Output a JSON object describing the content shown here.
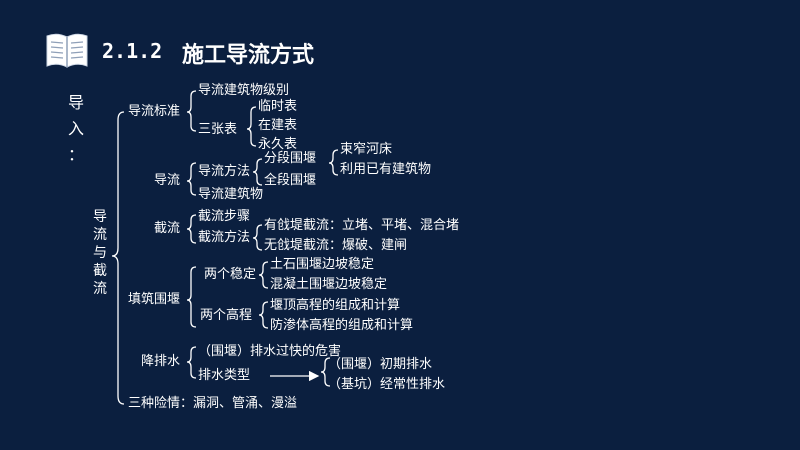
{
  "header": {
    "number": "2.1.2",
    "title": "施工导流方式"
  },
  "intro": [
    "导",
    "入",
    "："
  ],
  "root": [
    "导",
    "流",
    "与",
    "截",
    "流"
  ],
  "nodes": {
    "std": "导流标准",
    "std_level": "导流建筑物级别",
    "three": "三张表",
    "temp": "临时表",
    "building": "在建表",
    "perm": "永久表",
    "diversion": "导流",
    "method": "导流方法",
    "staged": "分段围堰",
    "narrow": "束窄河床",
    "existing": "利用已有建筑物",
    "full": "全段围堰",
    "div_building": "导流建筑物",
    "closure": "截流",
    "closure_steps": "截流步骤",
    "closure_method": "截流方法",
    "dike": "有戗堤截流：立堵、平堵、混合堵",
    "nodike": "无戗堤截流：爆破、建闸",
    "fill": "填筑围堰",
    "stab": "两个稳定",
    "stab1": "土石围堰边坡稳定",
    "stab2": "混凝土围堰边坡稳定",
    "elev": "两个高程",
    "elev1": "堰顶高程的组成和计算",
    "elev2": "防渗体高程的组成和计算",
    "drain": "降排水",
    "drain_hazard": "（围堰）排水过快的危害",
    "drain_type": "排水类型",
    "drain1": "（围堰）初期排水",
    "drain2": "（基坑）经常性排水",
    "danger": "三种险情：漏洞、管涌、漫溢"
  }
}
